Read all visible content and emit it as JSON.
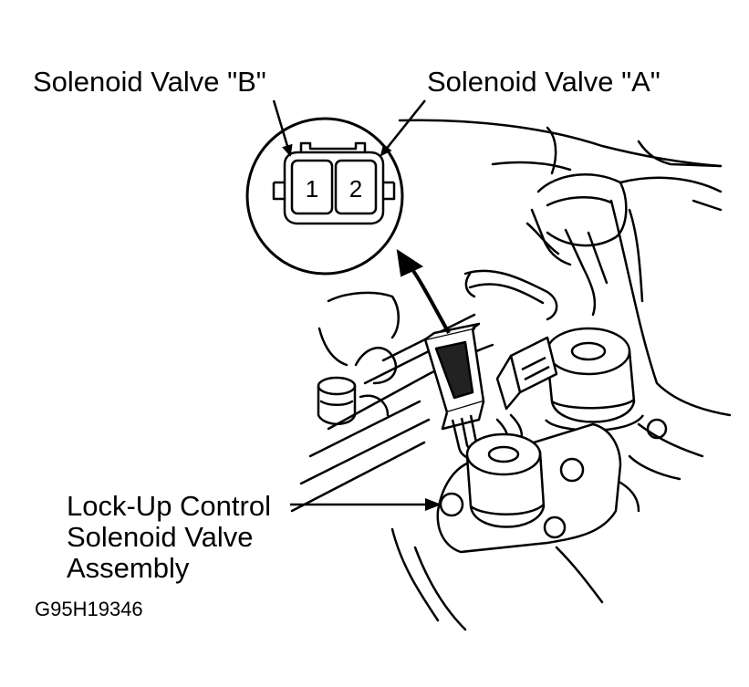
{
  "labels": {
    "solenoid_b": "Solenoid Valve \"B\"",
    "solenoid_a": "Solenoid Valve \"A\"",
    "lock_up": {
      "line1": "Lock-Up Control",
      "line2": "Solenoid Valve",
      "line3": "Assembly"
    }
  },
  "connector": {
    "pin1": "1",
    "pin2": "2"
  },
  "figure_id": "G95H19346",
  "colors": {
    "line": "#000000",
    "background": "#ffffff"
  }
}
